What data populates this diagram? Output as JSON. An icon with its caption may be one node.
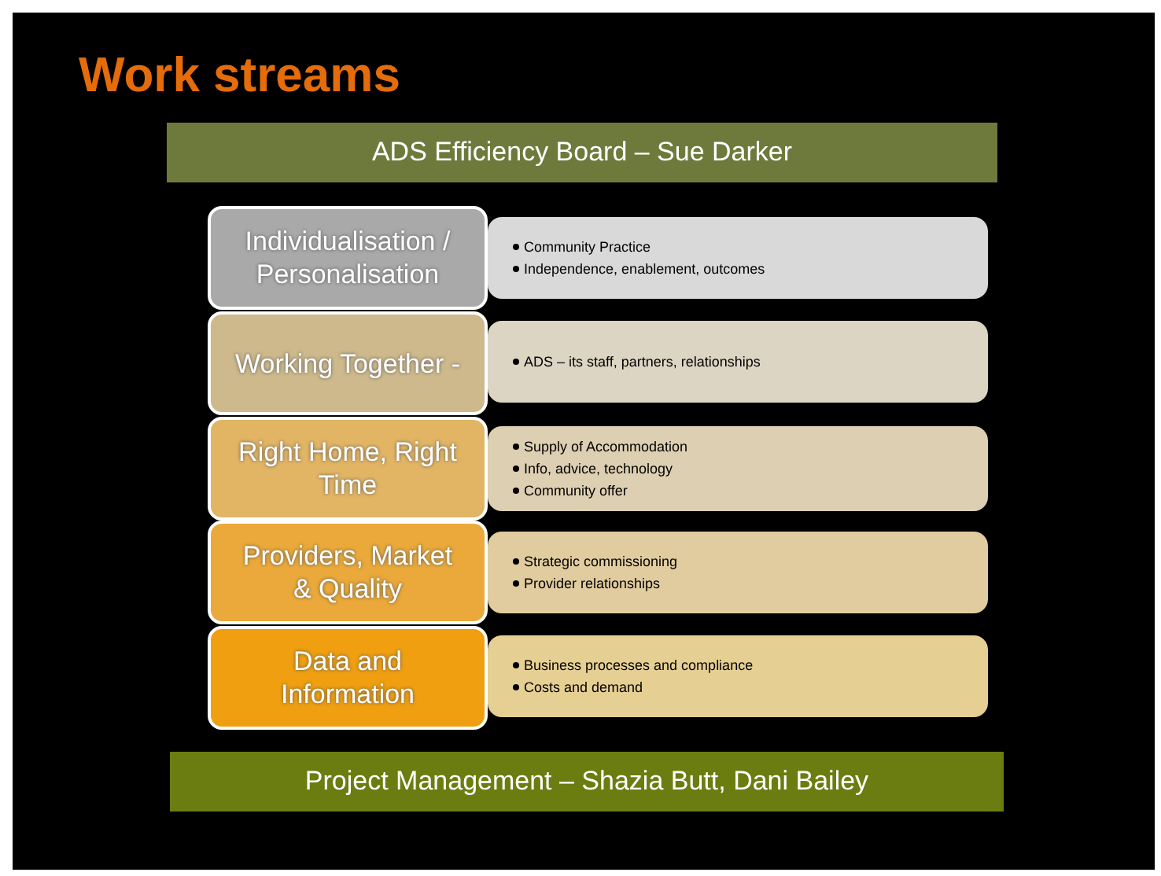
{
  "diagram": {
    "title": "Work streams",
    "nodes": [
      {
        "text": [
          "ADS Efficiency Board – Sue Darker"
        ]
      },
      {
        "text": [
          "Individualisation / Personalisation"
        ]
      },
      {
        "text": [
          "Community Practice",
          "Independence, enablement, outcomes"
        ]
      },
      {
        "text": [
          "Working Together -"
        ]
      },
      {
        "text": [
          "ADS – its staff, partners, relationships"
        ]
      },
      {
        "text": [
          "Right Home, Right Time"
        ]
      },
      {
        "text": [
          "Supply of Accommodation",
          "Info, advice, technology",
          "Community offer"
        ]
      },
      {
        "text": [
          "Providers, Market & Quality"
        ]
      },
      {
        "text": [
          "Strategic commissioning",
          "Provider relationships"
        ]
      },
      {
        "text": [
          "Data and Information"
        ]
      },
      {
        "text": [
          "Business processes and compliance",
          "Costs and demand"
        ]
      },
      {
        "text": [
          "Project Management – Shazia Butt, Dani Bailey"
        ]
      }
    ],
    "edges": []
  }
}
